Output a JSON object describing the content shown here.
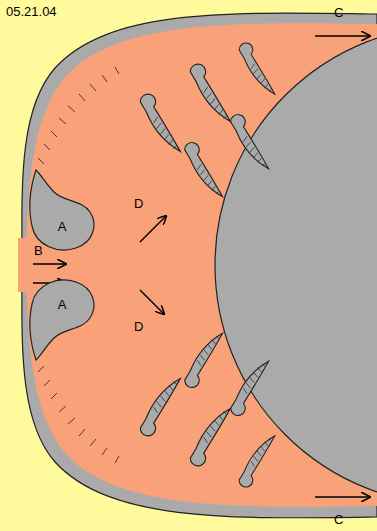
{
  "diagram": {
    "nodes": [
      {
        "text": [
          "A"
        ]
      },
      {
        "text": [
          "A"
        ]
      }
    ],
    "labels": [
      "05.21.04",
      "B",
      "C",
      "C",
      "D",
      "D"
    ]
  }
}
